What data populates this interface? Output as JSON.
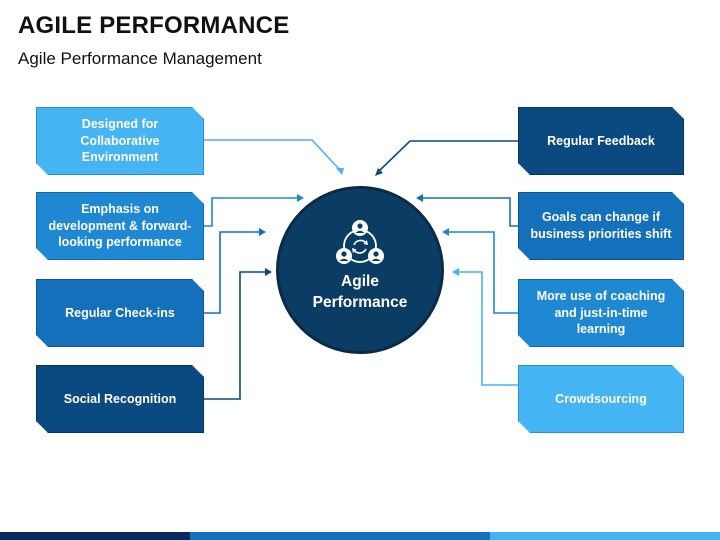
{
  "header": {
    "title": "AGILE PERFORMANCE",
    "subtitle": "Agile Performance Management"
  },
  "center": {
    "line1": "Agile",
    "line2": "Performance",
    "icon": "team-cycle-icon"
  },
  "left_items": [
    {
      "lines": [
        "Designed for",
        "Collaborative",
        "Environment"
      ],
      "color": "#45b4f3"
    },
    {
      "lines": [
        "Emphasis on",
        "development & forward-",
        "looking performance"
      ],
      "color": "#1e88d3"
    },
    {
      "lines": [
        "Regular Check-ins"
      ],
      "color": "#1470bb"
    },
    {
      "lines": [
        "Social Recognition"
      ],
      "color": "#0a4a80"
    }
  ],
  "right_items": [
    {
      "lines": [
        "Regular Feedback"
      ],
      "color": "#0a4a80"
    },
    {
      "lines": [
        "Goals can change if",
        "business priorities shift"
      ],
      "color": "#1470bb"
    },
    {
      "lines": [
        "More use of coaching",
        "and just-in-time learning"
      ],
      "color": "#1e88d3"
    },
    {
      "lines": [
        "Crowdsourcing"
      ],
      "color": "#45b4f3"
    }
  ],
  "colors": {
    "dark_navy": "#0b3d64",
    "bar": [
      "#0a2a5e",
      "#1470bb",
      "#45b4f3"
    ]
  }
}
